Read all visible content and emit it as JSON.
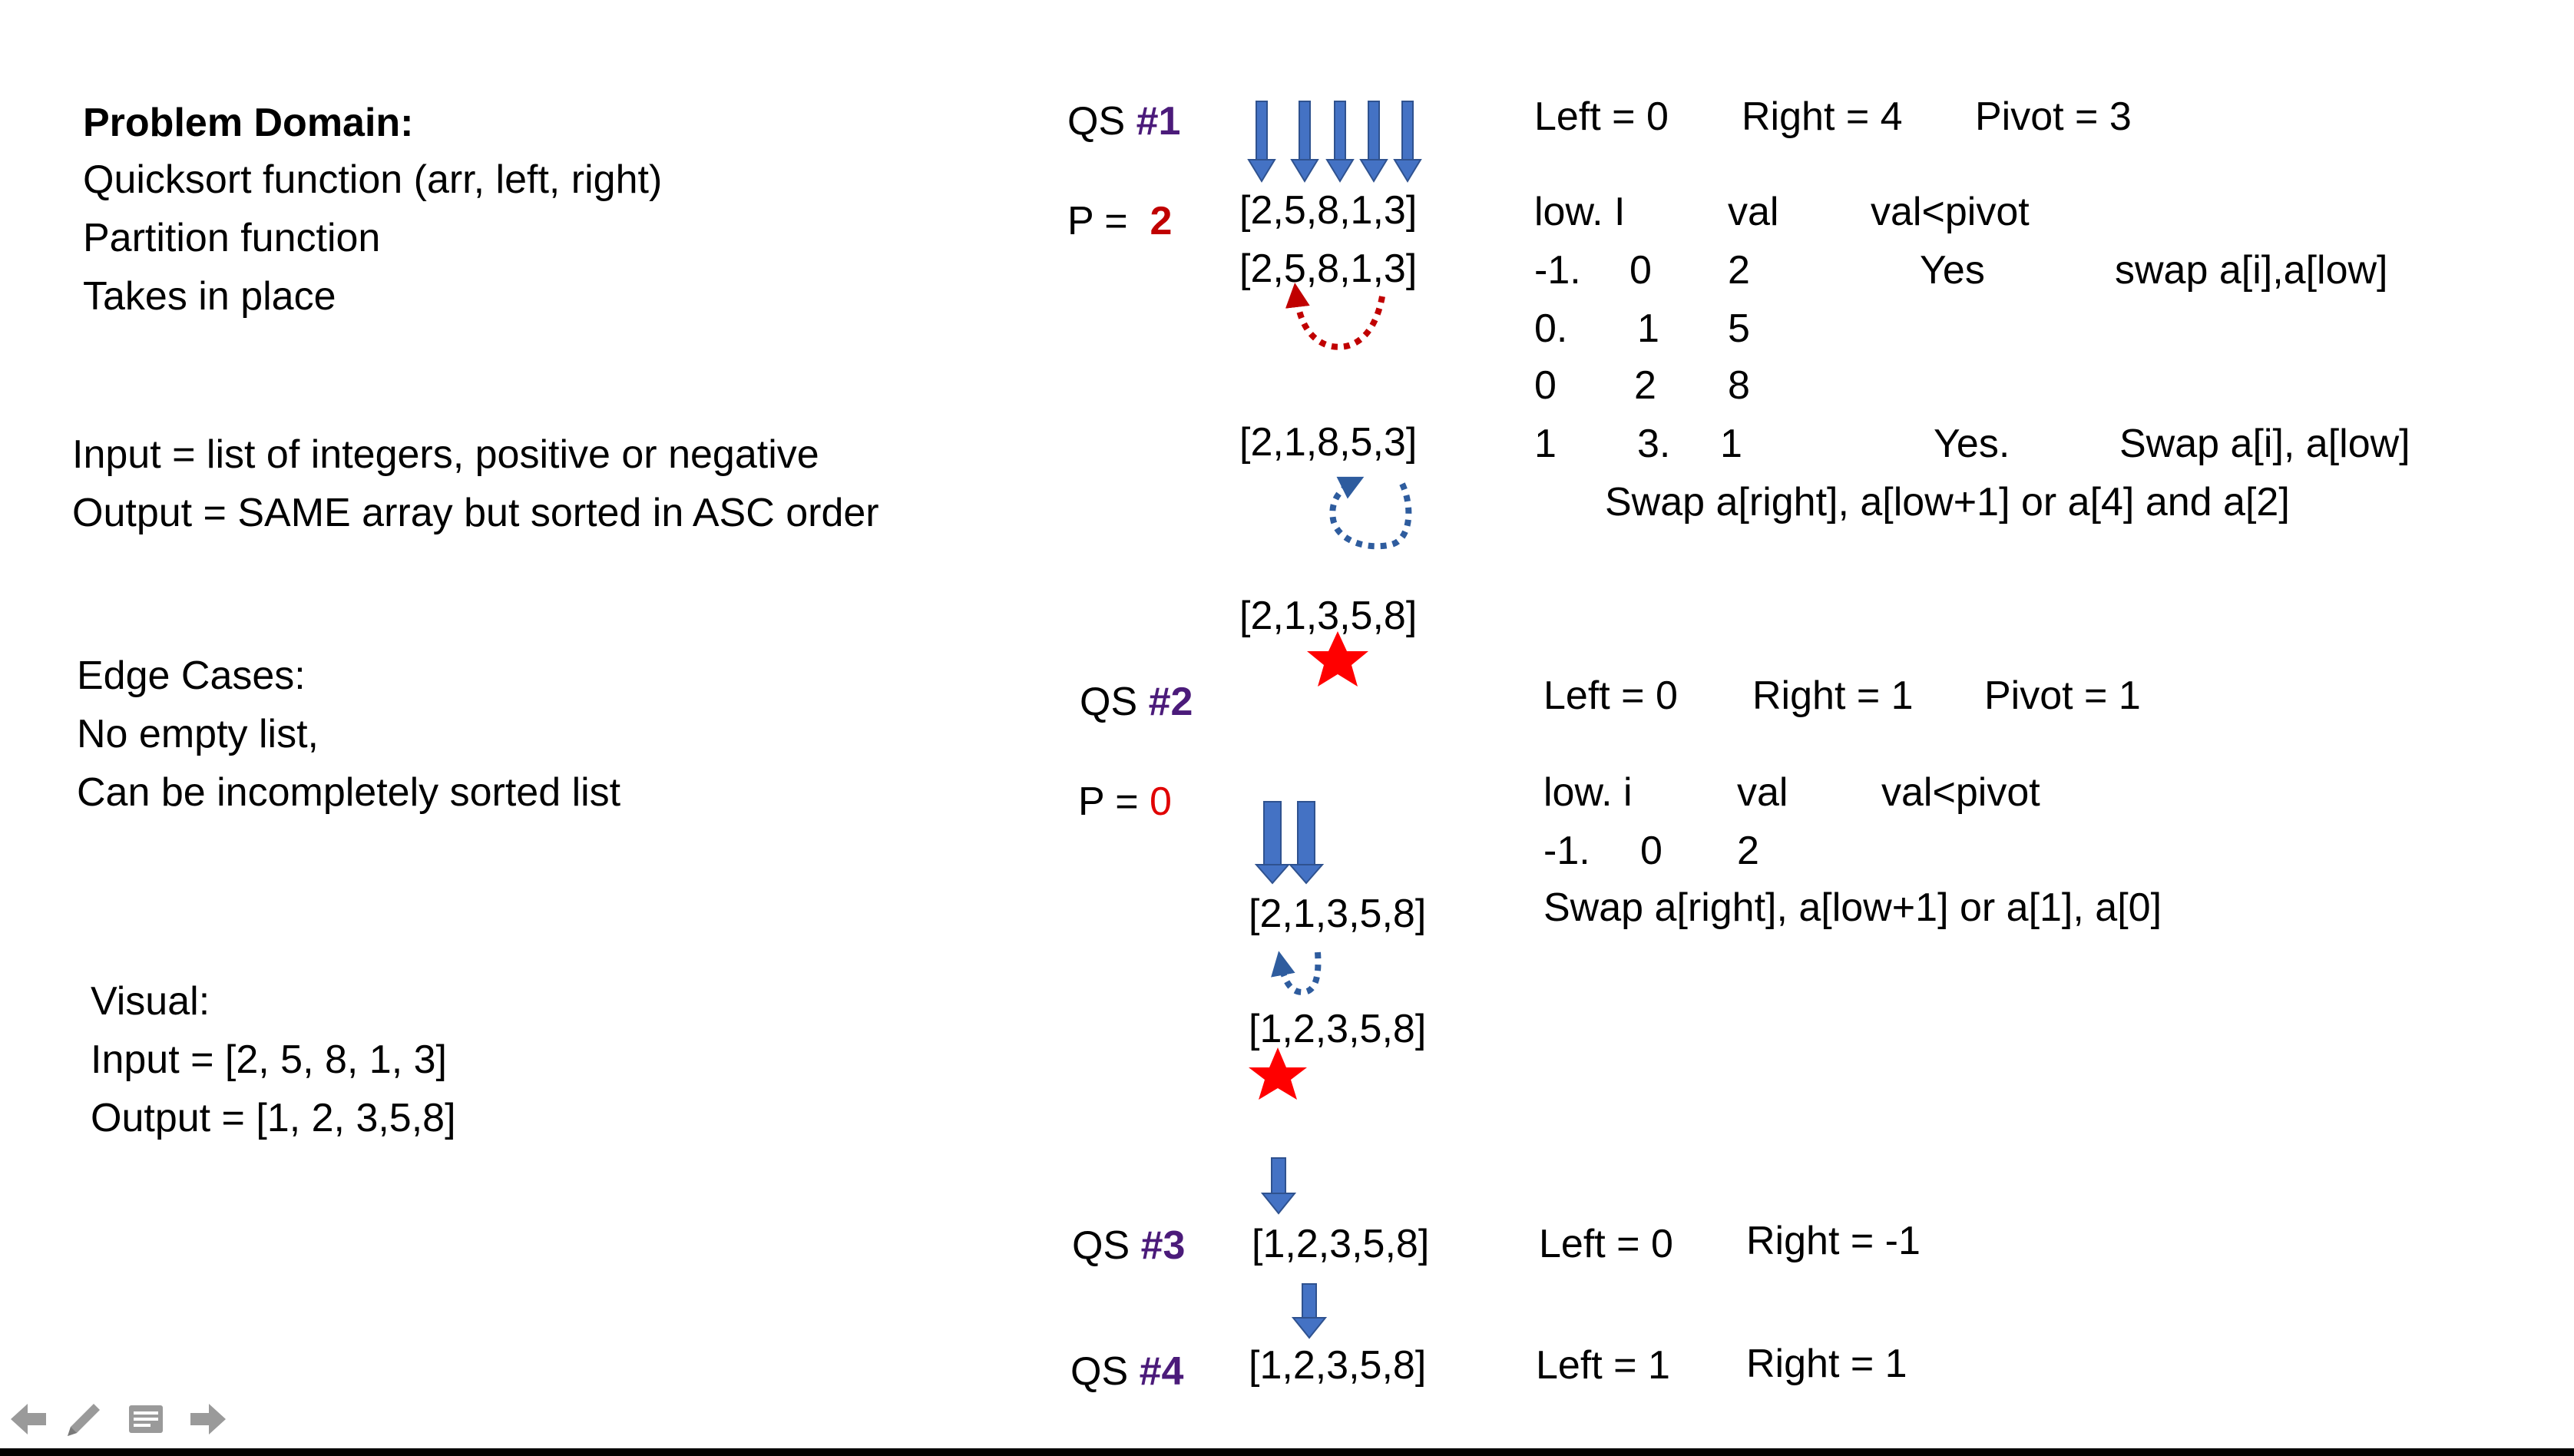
{
  "left_panel": {
    "problem_domain_title": "Problem Domain:",
    "problem_domain_lines": [
      "Quicksort function (arr, left, right)",
      "Partition function",
      "Takes in place"
    ],
    "io_lines": [
      "Input = list of integers, positive or negative",
      "Output = SAME array but sorted in ASC order"
    ],
    "edge_cases_lines": [
      "Edge Cases:",
      "No empty list,",
      "Can be incompletely sorted list"
    ],
    "visual_lines": [
      "Visual:",
      "Input = [2, 5, 8, 1, 3]",
      "Output = [1, 2, 3,5,8]"
    ]
  },
  "qs1": {
    "label": "QS ",
    "num": "#1",
    "p_label": "P = ",
    "p_val": "2",
    "arrays": [
      "[2,5,8,1,3]",
      "[2,5,8,1,3]",
      "[2,1,8,5,3]",
      "[2,1,3,5,8]"
    ],
    "params": {
      "left": "Left = 0",
      "right": "Right = 4",
      "pivot": "Pivot = 3"
    },
    "table_header": {
      "low": "low. I",
      "val": "val",
      "cmp": "val<pivot"
    },
    "rows": [
      {
        "a": "-1.",
        "b": "0",
        "c": "2",
        "d": "Yes",
        "e": "swap a[i],a[low]"
      },
      {
        "a": "0.",
        "b": "1",
        "c": "5",
        "d": "",
        "e": ""
      },
      {
        "a": "0",
        "b": "2",
        "c": "8",
        "d": "",
        "e": ""
      },
      {
        "a": "1",
        "b": "3.",
        "c": "1",
        "d": "Yes.",
        "e": "Swap a[i], a[low]"
      }
    ],
    "swap_note": "Swap a[right], a[low+1] or a[4] and a[2]"
  },
  "qs2": {
    "label": "QS ",
    "num": "#2",
    "p_label": "P = ",
    "p_val": "0",
    "arrays": [
      "[2,1,3,5,8]",
      "[1,2,3,5,8]"
    ],
    "params": {
      "left": "Left = 0",
      "right": "Right = 1",
      "pivot": "Pivot = 1"
    },
    "table_header": {
      "low": "low. i",
      "val": "val",
      "cmp": "val<pivot"
    },
    "row": {
      "a": "-1.",
      "b": "0",
      "c": "2"
    },
    "swap_note": "Swap a[right], a[low+1] or a[1], a[0]"
  },
  "qs3": {
    "label": "QS ",
    "num": "#3",
    "array": "[1,2,3,5,8]",
    "params": {
      "left": "Left = 0",
      "right": "Right = -1"
    }
  },
  "qs4": {
    "label": "QS ",
    "num": "#4",
    "array": "[1,2,3,5,8]",
    "params": {
      "left": "Left = 1",
      "right": "Right = 1"
    }
  },
  "colors": {
    "arrow_blue": "#4472C4",
    "swap_red": "#C00000",
    "star_red": "#FF0000",
    "label_purple": "#4B1B7A"
  },
  "nav_icons": [
    "back-arrow-icon",
    "pen-icon",
    "notes-icon",
    "forward-arrow-icon"
  ]
}
